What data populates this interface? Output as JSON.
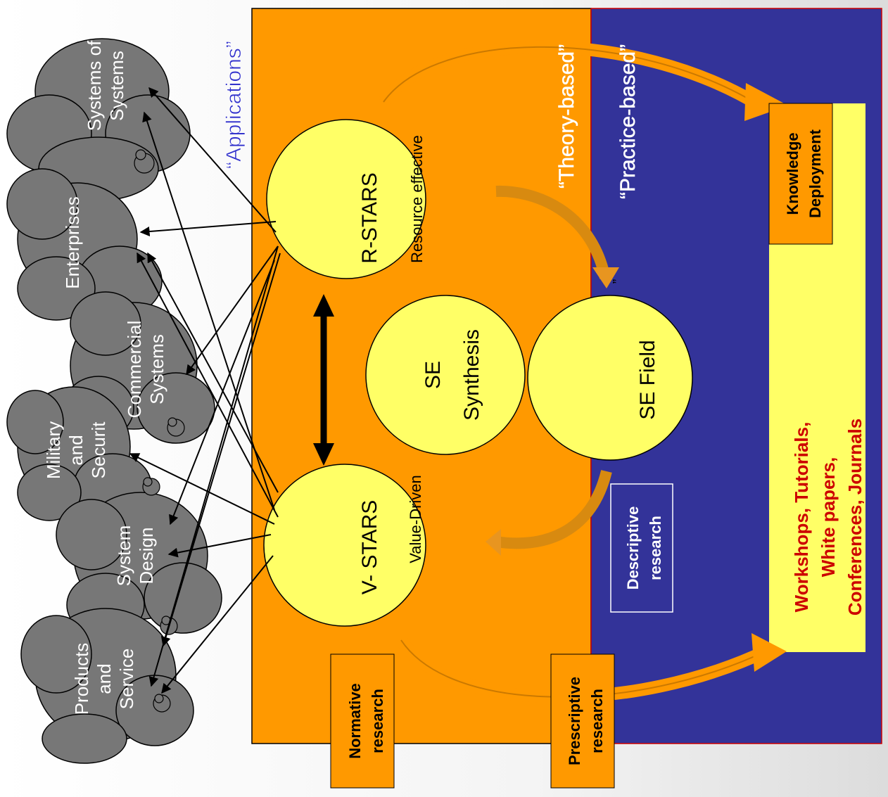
{
  "colors": {
    "orange": "#ff9900",
    "navy": "#333399",
    "yellow": "#ffff66",
    "cloud": "#777777",
    "dark_red": "#cc0000",
    "quote_white": "#ffffff",
    "quote_blue": "#3333cc"
  },
  "headers": {
    "applications": "“Applications”",
    "theory": "“Theory-based”",
    "practice": "“Practice-based”"
  },
  "circles": {
    "r_stars": {
      "title": "R-STARS",
      "subtitle": "Resource effective"
    },
    "v_stars": {
      "title": "V- STARS",
      "subtitle": "Value-Driven"
    },
    "se_synthesis": {
      "line1": "SE",
      "line2": "Synthesis"
    },
    "se_field": {
      "title": "SE Field"
    }
  },
  "clouds": [
    {
      "lines": [
        "Systems of",
        "Systems"
      ]
    },
    {
      "lines": [
        "Enterprises"
      ]
    },
    {
      "lines": [
        "Commercial",
        "Systems"
      ]
    },
    {
      "lines": [
        "Military",
        "and",
        "Securit"
      ]
    },
    {
      "lines": [
        "System",
        "Design"
      ]
    },
    {
      "lines": [
        "Products",
        "and",
        "Service"
      ]
    }
  ],
  "boxes": {
    "normative": [
      "Normative",
      "research"
    ],
    "prescriptive": [
      "Prescriptive",
      "research"
    ],
    "descriptive": [
      "Descriptive",
      "research"
    ],
    "knowledge": [
      "Knowledge",
      "Deployment"
    ]
  },
  "deployment_text": [
    "Workshops, Tutorials,",
    "White papers,",
    "Conferences, Journals"
  ],
  "stray_quote": "”"
}
